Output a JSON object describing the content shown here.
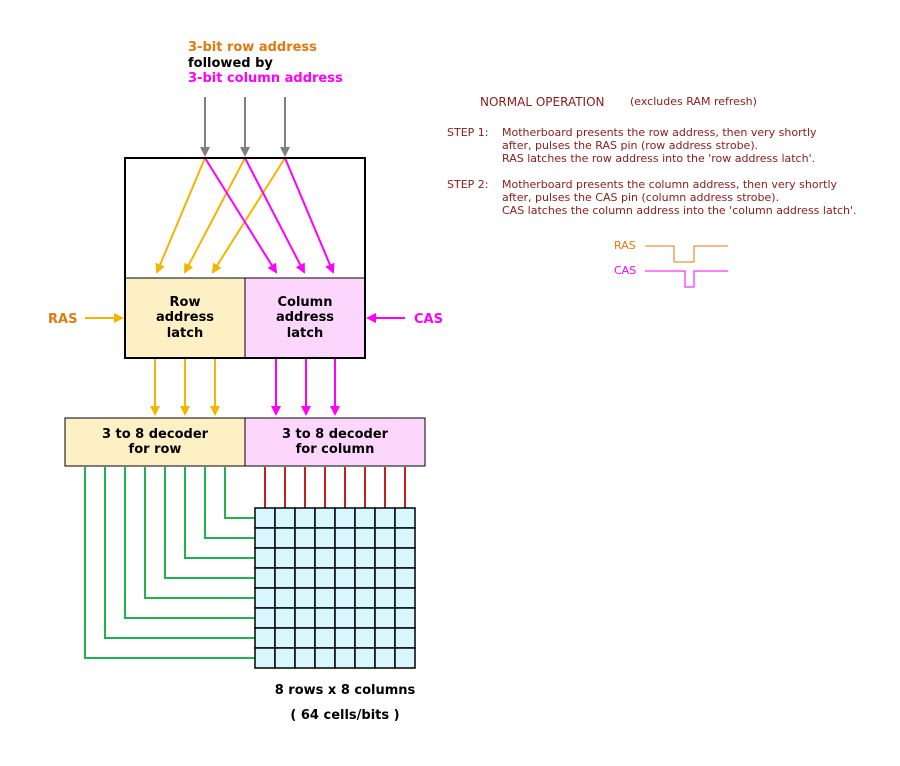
{
  "colors": {
    "row": "#f5b400",
    "row_text": "#e07a10",
    "column": "#ff00ff",
    "input_arrow": "#808080",
    "row_fill": "#fdf0c4",
    "column_fill": "#fdd6fd",
    "cell_fill": "#d8f6fd",
    "row_wire": "#22b14c",
    "column_wire": "#c81e1e",
    "note": "#8b1a1a"
  },
  "address_input": {
    "line1": "3-bit row address",
    "line2": "followed by",
    "line3": "3-bit column address"
  },
  "latches": {
    "row": [
      "Row",
      "address",
      "latch"
    ],
    "column": [
      "Column",
      "address",
      "latch"
    ]
  },
  "strobes": {
    "ras": "RAS",
    "cas": "CAS"
  },
  "decoders": {
    "row": [
      "3 to 8 decoder",
      "for row"
    ],
    "column": [
      "3 to 8 decoder",
      "for column"
    ]
  },
  "grid": {
    "rows": 8,
    "columns": 8,
    "caption1": "8 rows x 8 columns",
    "caption2": "( 64 cells/bits )"
  },
  "notes": {
    "title": "NORMAL OPERATION",
    "subtitle": "(excludes RAM refresh)",
    "steps": [
      {
        "label": "STEP 1:",
        "lines": [
          "Motherboard presents the row address, then very shortly",
          "after, pulses the RAS pin (row address strobe).",
          "RAS latches the row address into the 'row address latch'."
        ]
      },
      {
        "label": "STEP 2:",
        "lines": [
          "Motherboard presents the column address, then very shortly",
          "after, pulses the CAS pin (column address strobe).",
          "CAS latches the column address into the 'column address latch'."
        ]
      }
    ],
    "timing": {
      "ras_label": "RAS",
      "cas_label": "CAS"
    }
  }
}
